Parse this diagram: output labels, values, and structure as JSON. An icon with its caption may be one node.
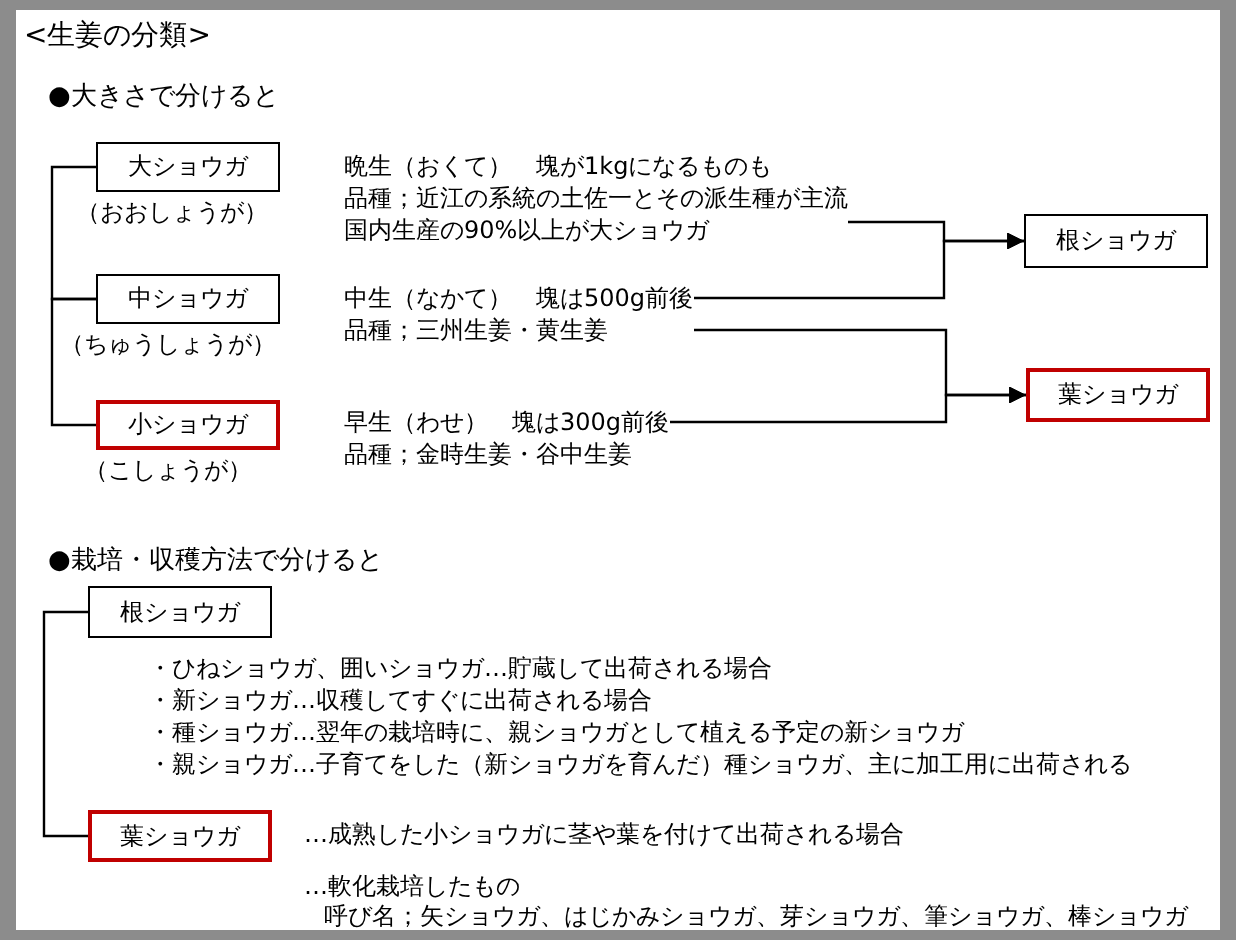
{
  "diagram": {
    "title": "<生姜の分類>",
    "nodes": [
      {
        "text": [
          "大ショウガ"
        ],
        "beside": [
          "（おおしょうが）"
        ]
      },
      {
        "text": [
          "中ショウガ"
        ],
        "beside": [
          "（ちゅうしょうが）"
        ]
      },
      {
        "text": [
          "小ショウガ"
        ],
        "beside": [
          "（こしょうが）"
        ]
      },
      {
        "text": [
          "晩生（おくて）　塊が1kgになるものも",
          "品種；近江の系統の土佐一とその派生種が主流",
          "国内生産の90%以上が大ショウガ"
        ]
      },
      {
        "text": [
          "中生（なかて）　塊は500g前後",
          "品種；三州生姜・黄生姜"
        ]
      },
      {
        "text": [
          "早生（わせ）　塊は300g前後",
          "品種；金時生姜・谷中生姜"
        ]
      },
      {
        "text": [
          "根ショウガ"
        ]
      },
      {
        "text": [
          "葉ショウガ"
        ]
      },
      {
        "text": [
          "根ショウガ"
        ]
      },
      {
        "text": [
          "葉ショウガ"
        ]
      }
    ],
    "edges": [
      {
        "from": 0,
        "to": 1,
        "arrow": "none"
      },
      {
        "from": 1,
        "to": 2,
        "arrow": "none"
      },
      {
        "from": 3,
        "to": 6,
        "arrow": "to"
      },
      {
        "from": 4,
        "to": 6,
        "arrow": "to"
      },
      {
        "from": 4,
        "to": 7,
        "arrow": "to"
      },
      {
        "from": 5,
        "to": 7,
        "arrow": "to"
      },
      {
        "from": 8,
        "to": 9,
        "arrow": "none"
      }
    ],
    "labels": [
      "●大きさで分けると",
      "●栽培・収穫方法で分けると",
      "・ひねショウガ、囲いショウガ…貯蔵して出荷される場合",
      "・新ショウガ…収穫してすぐに出荷される場合",
      "・種ショウガ…翌年の栽培時に、親ショウガとして植える予定の新ショウガ",
      "・親ショウガ…子育てをした（新ショウガを育んだ）種ショウガ、主に加工用に出荷される",
      "…成熟した小ショウガに茎や葉を付けて出荷される場合",
      "…軟化栽培したもの",
      "呼び名；矢ショウガ、はじかみショウガ、芽ショウガ、筆ショウガ、棒ショウガ"
    ]
  }
}
